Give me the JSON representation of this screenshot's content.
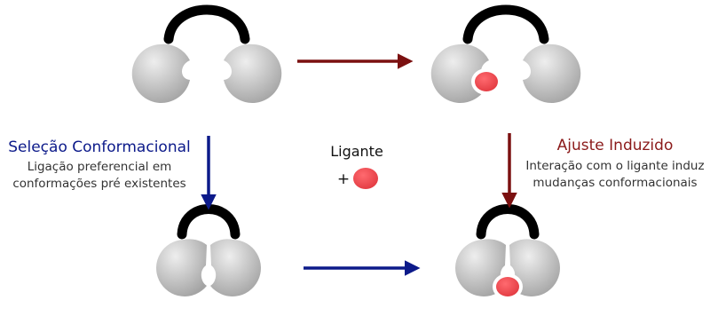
{
  "colors": {
    "protein_light": "#eeeeee",
    "protein_dark": "#a4a4a4",
    "linker": "#000000",
    "ligand": "#f0474d",
    "conformational_selection": "#0c1a8a",
    "induced_fit": "#7b1010"
  },
  "left_panel": {
    "title": "Seleção Conformacional",
    "lines": [
      "Ligação preferencial em",
      "conformações pré existentes"
    ]
  },
  "right_panel": {
    "title": "Ajuste Induzido",
    "lines": [
      "Interação com o ligante induz",
      "mudanças conformacionais"
    ]
  },
  "legend": {
    "label": "Ligante",
    "plus": "+"
  },
  "states": {
    "top_left": "open-unbound",
    "top_right": "open-bound",
    "bottom_left": "closed-unbound",
    "bottom_right": "closed-bound"
  },
  "arrows": {
    "top_horizontal": "induced_fit",
    "right_vertical": "induced_fit",
    "left_vertical": "conformational_selection",
    "bottom_horizontal": "conformational_selection"
  }
}
